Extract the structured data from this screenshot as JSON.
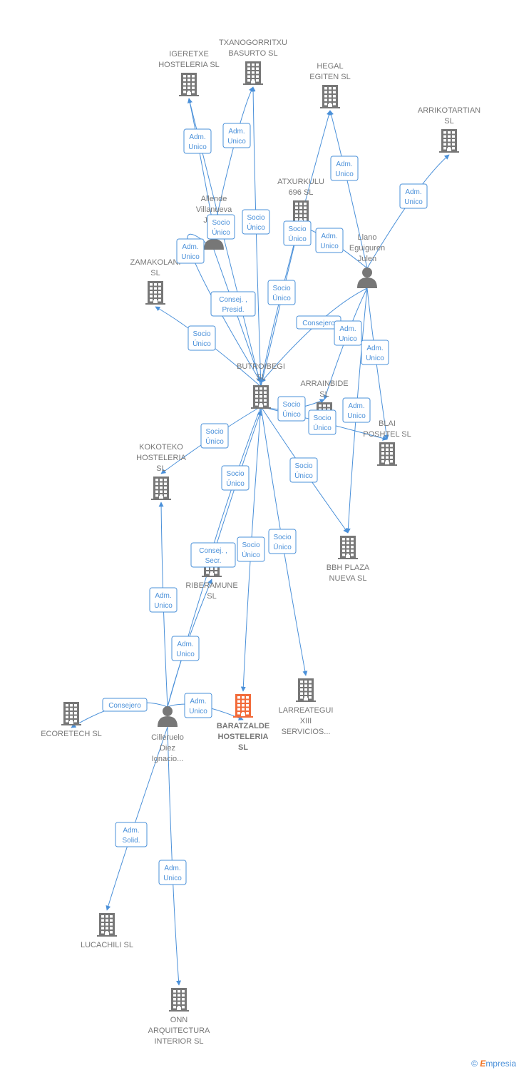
{
  "colors": {
    "company": "#777777",
    "focus": "#f26b3a",
    "edge": "#4a90d9",
    "person": "#777777"
  },
  "nodes": [
    {
      "id": "igeretxe",
      "type": "company",
      "lines": [
        "IGERETXE",
        "HOSTELERIA SL"
      ]
    },
    {
      "id": "txanogorritxu",
      "type": "company",
      "lines": [
        "TXANOGORRITXU",
        "BASURTO  SL"
      ]
    },
    {
      "id": "hegal",
      "type": "company",
      "lines": [
        "HEGAL",
        "EGITEN  SL"
      ]
    },
    {
      "id": "arrikotartian",
      "type": "company",
      "lines": [
        "ARRIKOTARTIAN",
        "SL"
      ]
    },
    {
      "id": "allende",
      "type": "person",
      "lines": [
        "Allende",
        "Villanueva",
        "Javier"
      ]
    },
    {
      "id": "atxurkulu",
      "type": "company",
      "lines": [
        "ATXURKULU",
        "696  SL"
      ]
    },
    {
      "id": "llano",
      "type": "person",
      "lines": [
        "Llano",
        "Eguiguren",
        "Julen"
      ]
    },
    {
      "id": "zamakolani",
      "type": "company",
      "lines": [
        "ZAMAKOLANI",
        "SL"
      ]
    },
    {
      "id": "butroibegi",
      "type": "company",
      "lines": [
        "BUTROIBEGI",
        "SL"
      ]
    },
    {
      "id": "arrainbide",
      "type": "company",
      "lines": [
        "ARRAINBIDE",
        "SL"
      ]
    },
    {
      "id": "blai",
      "type": "company",
      "lines": [
        "BLAI",
        "POSHTEL  SL"
      ]
    },
    {
      "id": "kokoteko",
      "type": "company",
      "lines": [
        "KOKOTEKO",
        "HOSTELERIA",
        "SL"
      ]
    },
    {
      "id": "bbh",
      "type": "company",
      "lines": [
        "BBH PLAZA",
        "NUEVA SL"
      ]
    },
    {
      "id": "riberamune",
      "type": "company",
      "lines": [
        "RIBERAMUNE",
        "SL"
      ]
    },
    {
      "id": "ecoretech",
      "type": "company",
      "lines": [
        "ECORETECH SL"
      ]
    },
    {
      "id": "cilleruelo",
      "type": "person",
      "lines": [
        "Cilleruelo",
        "Diez",
        "Ignacio..."
      ]
    },
    {
      "id": "baratzalde",
      "type": "focus",
      "lines": [
        "BARATZALDE",
        "HOSTELERIA",
        "SL"
      ]
    },
    {
      "id": "larreategui",
      "type": "company",
      "lines": [
        "LARREATEGUI",
        "XIII",
        "SERVICIOS..."
      ]
    },
    {
      "id": "lucachili",
      "type": "company",
      "lines": [
        "LUCACHILI  SL"
      ]
    },
    {
      "id": "onn",
      "type": "company",
      "lines": [
        "ONN",
        "ARQUITECTURA",
        "INTERIOR SL"
      ]
    }
  ],
  "edges": [
    {
      "from": "allende",
      "to": "igeretxe",
      "lines": [
        "Adm.",
        "Unico"
      ]
    },
    {
      "from": "allende",
      "to": "txanogorritxu",
      "lines": [
        "Adm.",
        "Unico"
      ]
    },
    {
      "from": "llano",
      "to": "hegal",
      "lines": [
        "Adm.",
        "Unico"
      ]
    },
    {
      "from": "llano",
      "to": "arrikotartian",
      "lines": [
        "Adm.",
        "Unico"
      ]
    },
    {
      "from": "butroibegi",
      "to": "txanogorritxu",
      "lines": [
        "Socio",
        "Único"
      ]
    },
    {
      "from": "butroibegi",
      "to": "igeretxe",
      "lines": [
        "Socio",
        "Único"
      ]
    },
    {
      "from": "butroibegi",
      "to": "atxurkulu",
      "lines": [
        "Socio",
        "Único"
      ]
    },
    {
      "from": "butroibegi",
      "to": "hegal",
      "lines": [
        "Socio",
        "Único"
      ]
    },
    {
      "from": "llano",
      "to": "atxurkulu",
      "lines": [
        "Adm.",
        "Unico"
      ]
    },
    {
      "from": "allende",
      "to": "butroibegi",
      "lines": [
        "Adm.",
        "Unico"
      ]
    },
    {
      "from": "allende",
      "to": "butroibegi",
      "lines": [
        "Consej. ,",
        "Presid."
      ]
    },
    {
      "from": "butroibegi",
      "to": "zamakolani",
      "lines": [
        "Socio",
        "Único"
      ]
    },
    {
      "from": "llano",
      "to": "butroibegi",
      "lines": [
        "Consejero"
      ]
    },
    {
      "from": "llano",
      "to": "arrainbide",
      "lines": [
        "Adm.",
        "Unico"
      ]
    },
    {
      "from": "llano",
      "to": "blai",
      "lines": [
        "Adm.",
        "Unico"
      ]
    },
    {
      "from": "llano",
      "to": "bbh",
      "lines": [
        "Adm.",
        "Unico"
      ]
    },
    {
      "from": "butroibegi",
      "to": "arrainbide",
      "lines": [
        "Socio",
        "Único"
      ]
    },
    {
      "from": "butroibegi",
      "to": "blai",
      "lines": [
        "Socio",
        "Único"
      ]
    },
    {
      "from": "butroibegi",
      "to": "kokoteko",
      "lines": [
        "Socio",
        "Único"
      ]
    },
    {
      "from": "butroibegi",
      "to": "riberamune",
      "lines": [
        "Socio",
        "Único"
      ]
    },
    {
      "from": "butroibegi",
      "to": "bbh",
      "lines": [
        "Socio",
        "Único"
      ]
    },
    {
      "from": "butroibegi",
      "to": "baratzalde",
      "lines": [
        "Socio",
        "Único"
      ]
    },
    {
      "from": "butroibegi",
      "to": "larreategui",
      "lines": [
        "Socio",
        "Único"
      ]
    },
    {
      "from": "cilleruelo",
      "to": "butroibegi",
      "lines": [
        "Consej. ,",
        "Secr."
      ]
    },
    {
      "from": "cilleruelo",
      "to": "kokoteko",
      "lines": [
        "Adm.",
        "Unico"
      ]
    },
    {
      "from": "cilleruelo",
      "to": "riberamune",
      "lines": [
        "Adm.",
        "Unico"
      ]
    },
    {
      "from": "cilleruelo",
      "to": "baratzalde",
      "lines": [
        "Adm.",
        "Unico"
      ]
    },
    {
      "from": "cilleruelo",
      "to": "ecoretech",
      "lines": [
        "Consejero"
      ]
    },
    {
      "from": "cilleruelo",
      "to": "lucachili",
      "lines": [
        "Adm.",
        "Solid."
      ]
    },
    {
      "from": "cilleruelo",
      "to": "onn",
      "lines": [
        "Adm.",
        "Unico"
      ]
    }
  ],
  "watermark": {
    "symbol": "©",
    "brand_initial": "E",
    "brand_rest": "mpresia"
  }
}
